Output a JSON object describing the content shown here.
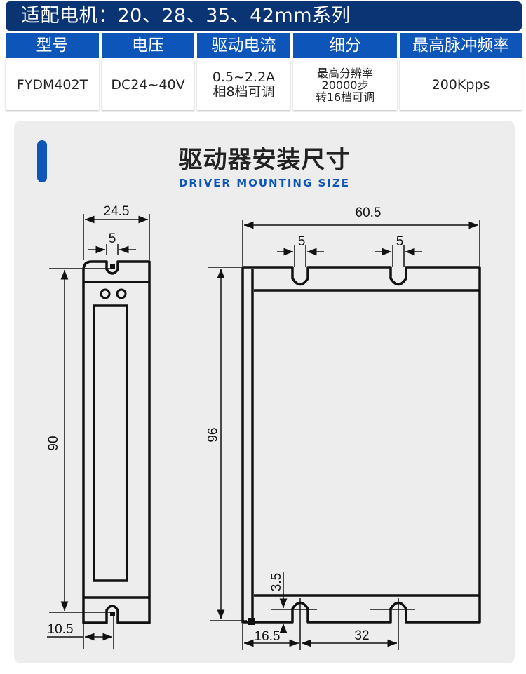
{
  "header": {
    "title": "适配电机：20、28、35、42mm系列"
  },
  "spec_table": {
    "columns": [
      "型号",
      "电压",
      "驱动电流",
      "细分",
      "最高脉冲频率"
    ],
    "row": {
      "model": "FYDM402T",
      "voltage": "DC24~40V",
      "current_line1": "0.5~2.2A",
      "current_line2": "相8档可调",
      "microstep_line1": "最高分辨率",
      "microstep_line2": "20000步",
      "microstep_line3": "转16档可调",
      "max_pulse": "200Kpps"
    }
  },
  "section": {
    "title": "驱动器安装尺寸",
    "subtitle": "DRIVER MOUNTING SIZE"
  },
  "dimensions": {
    "side_width": "24.5",
    "side_slot": "5",
    "side_height": "90",
    "side_offset": "10.5",
    "front_width": "60.5",
    "front_slot_left": "5",
    "front_slot_right": "5",
    "front_height": "96",
    "front_edge": "3.5",
    "front_left_offset": "16.5",
    "front_hole_spacing": "32"
  },
  "colors": {
    "header_bg": "#0a3473",
    "column_header_bg": "#0d55b8",
    "accent": "#0d55b8",
    "panel_bg": "#ededed"
  }
}
